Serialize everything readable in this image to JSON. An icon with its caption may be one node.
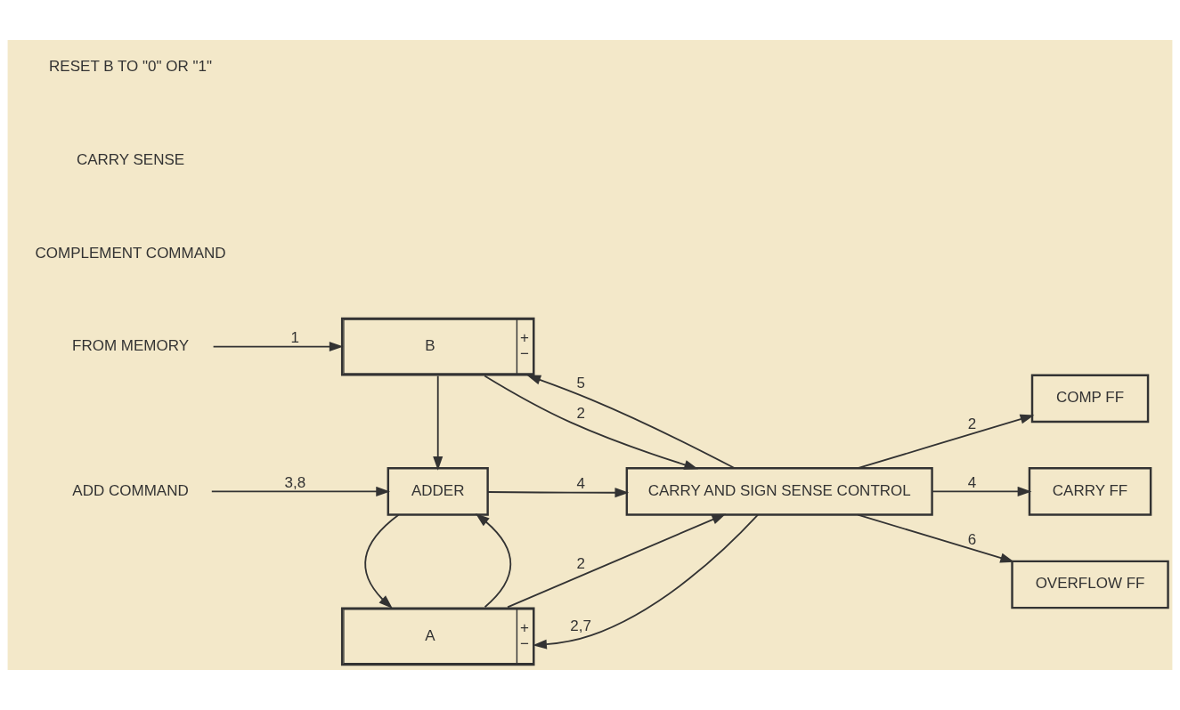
{
  "diagram": {
    "nodes": [
      {
        "text": [
          "A",
          "+",
          "−"
        ]
      },
      {
        "text": [
          "COMP FF"
        ]
      },
      {
        "text": [
          "CARRY FF"
        ]
      },
      {
        "text": [
          "ADDER"
        ]
      },
      {
        "text": [
          "CARRY AND SIGN SENSE CONTROL"
        ]
      },
      {
        "text": [
          "OVERFLOW FF"
        ]
      },
      {
        "text": [
          "B",
          "+",
          "−"
        ]
      },
      {
        "text": [
          "ADD COMMAND"
        ]
      },
      {
        "text": [
          "FROM MEMORY"
        ]
      }
    ],
    "edges": [
      {
        "from": 4,
        "to": 0,
        "arrow": "to",
        "label": "2,7"
      },
      {
        "from": 0,
        "to": 3,
        "arrow": "to"
      },
      {
        "from": 3,
        "to": 0,
        "arrow": "to"
      },
      {
        "from": 0,
        "to": 4,
        "arrow": "to",
        "label": "2"
      },
      {
        "from": 4,
        "to": 1,
        "arrow": "to",
        "label": "2"
      },
      {
        "from": 4,
        "to": 2,
        "arrow": "to",
        "label": "4"
      },
      {
        "from": 7,
        "to": 3,
        "arrow": "to",
        "label": "3,8"
      },
      {
        "from": 3,
        "to": 4,
        "arrow": "to",
        "label": "4"
      },
      {
        "from": 6,
        "to": 4,
        "arrow": "to",
        "label": "2"
      },
      {
        "from": 4,
        "to": 5,
        "arrow": "to",
        "label": "6"
      },
      {
        "from": 6,
        "to": 3,
        "arrow": "to"
      },
      {
        "from": 8,
        "to": 6,
        "arrow": "to",
        "label": "1"
      },
      {
        "from": 4,
        "to": 6,
        "arrow": "to",
        "label": "5"
      }
    ],
    "labels": [
      "COMPLEMENT COMMAND",
      "CARRY SENSE",
      "RESET B TO \"0\" OR \"1\""
    ]
  }
}
